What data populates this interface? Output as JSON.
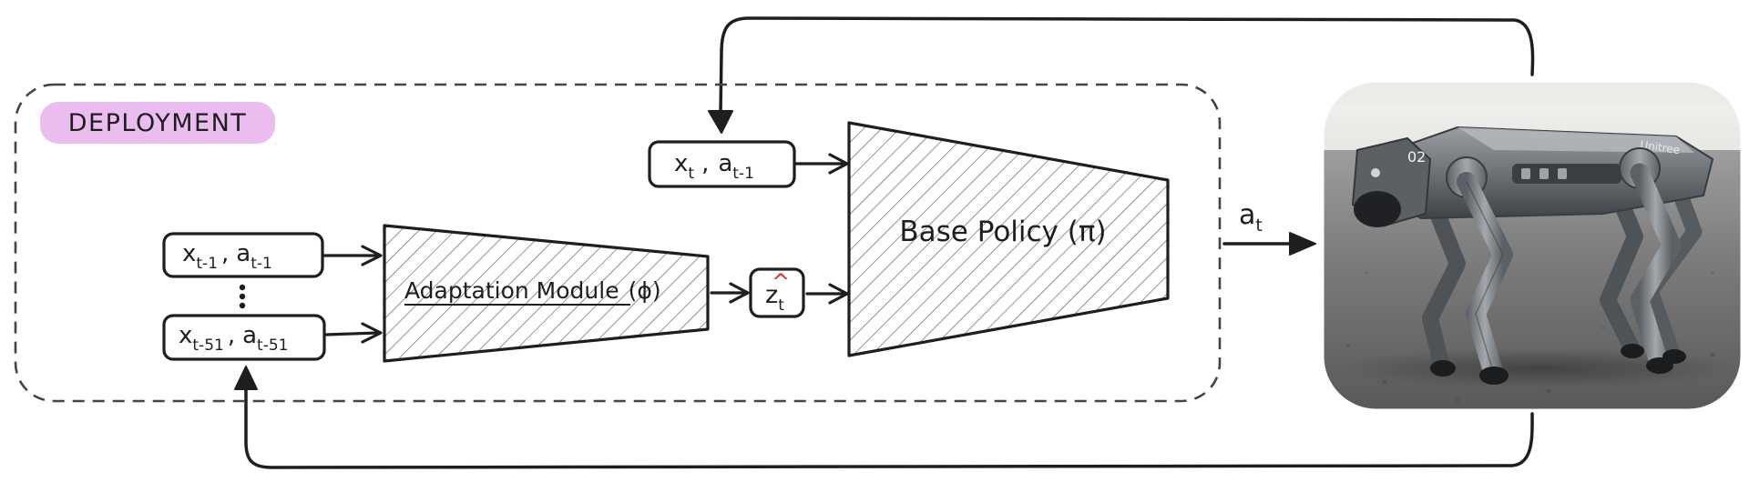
{
  "diagram": {
    "section_label": "DEPLOYMENT",
    "current_input": {
      "x": "x",
      "x_sub": "t",
      "a": "a",
      "a_sub": "t-1"
    },
    "history_top": {
      "x": "x",
      "x_sub": "t-1",
      "a": "a",
      "a_sub": "t-1"
    },
    "history_bottom": {
      "x": "x",
      "x_sub": "t-51",
      "a": "a",
      "a_sub": "t-51"
    },
    "ellipsis": "⋮",
    "adaptation_module": {
      "name": "Adaptation Module",
      "symbol": "(ϕ)"
    },
    "latent": {
      "symbol": "z",
      "hat": "^",
      "sub": "t"
    },
    "base_policy": {
      "label": "Base Policy (π)"
    },
    "action": {
      "symbol": "a",
      "sub": "t"
    },
    "robot": {
      "badge_number": "02",
      "brand": "Unitree"
    }
  },
  "colors": {
    "ink": "#1e1e1e",
    "highlight": "#eabcf0",
    "hat": "#d42a1f",
    "hatch": "#555555"
  }
}
